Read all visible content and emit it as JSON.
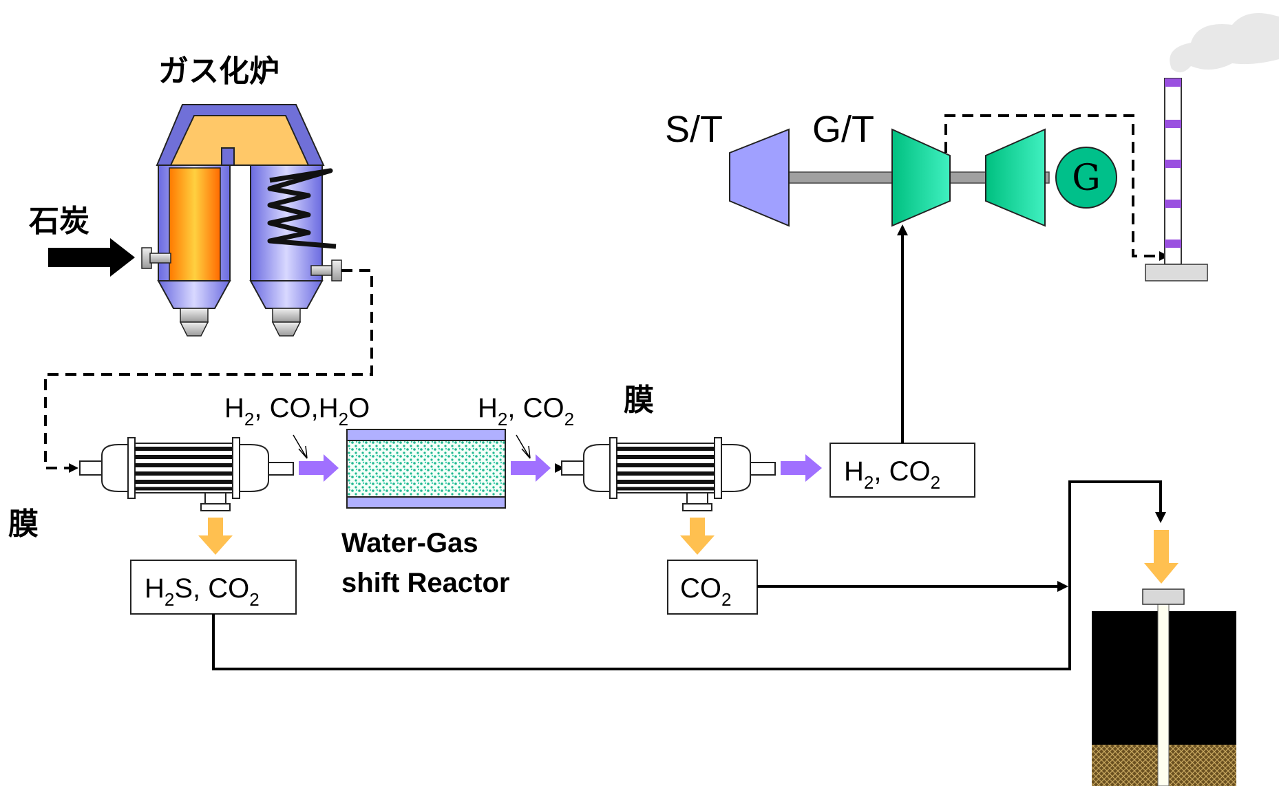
{
  "labels": {
    "gasifier": "ガス化炉",
    "coal": "石炭",
    "membrane_left": "膜",
    "membrane_right": "膜",
    "steam_turbine": "S/T",
    "gas_turbine": "G/T",
    "generator": "G",
    "reactor_line1": "Water-Gas",
    "reactor_line2": "shift Reactor"
  },
  "streams": {
    "inlet": {
      "a": "H",
      "a_sub": "2",
      "b": ", CO,H",
      "b_sub": "2",
      "c": "O"
    },
    "shift_out": {
      "a": "H",
      "a_sub": "2",
      "b": ", CO",
      "b_sub": "2"
    },
    "product": {
      "a": "H",
      "a_sub": "2",
      "b": ", CO",
      "b_sub": "2"
    },
    "left_permeate": {
      "a": "H",
      "a_sub": "2",
      "b": "S, CO",
      "b_sub": "2"
    },
    "right_permeate": {
      "a": "CO",
      "a_sub": "2"
    }
  },
  "colors": {
    "gasifier_flame": "#ff8c00",
    "gasifier_body": "#a0a0ff",
    "gasifier_top": "#ffc868",
    "turbine_compressor": "#a0a0ff",
    "turbine_gas": "#00d89a",
    "generator": "#00c08a",
    "flow_arrow_gas": "#a070ff",
    "flow_arrow_co2": "#ffc050",
    "reactor_bed": "#40d0b0",
    "chimney_band": "#9a50e0"
  }
}
